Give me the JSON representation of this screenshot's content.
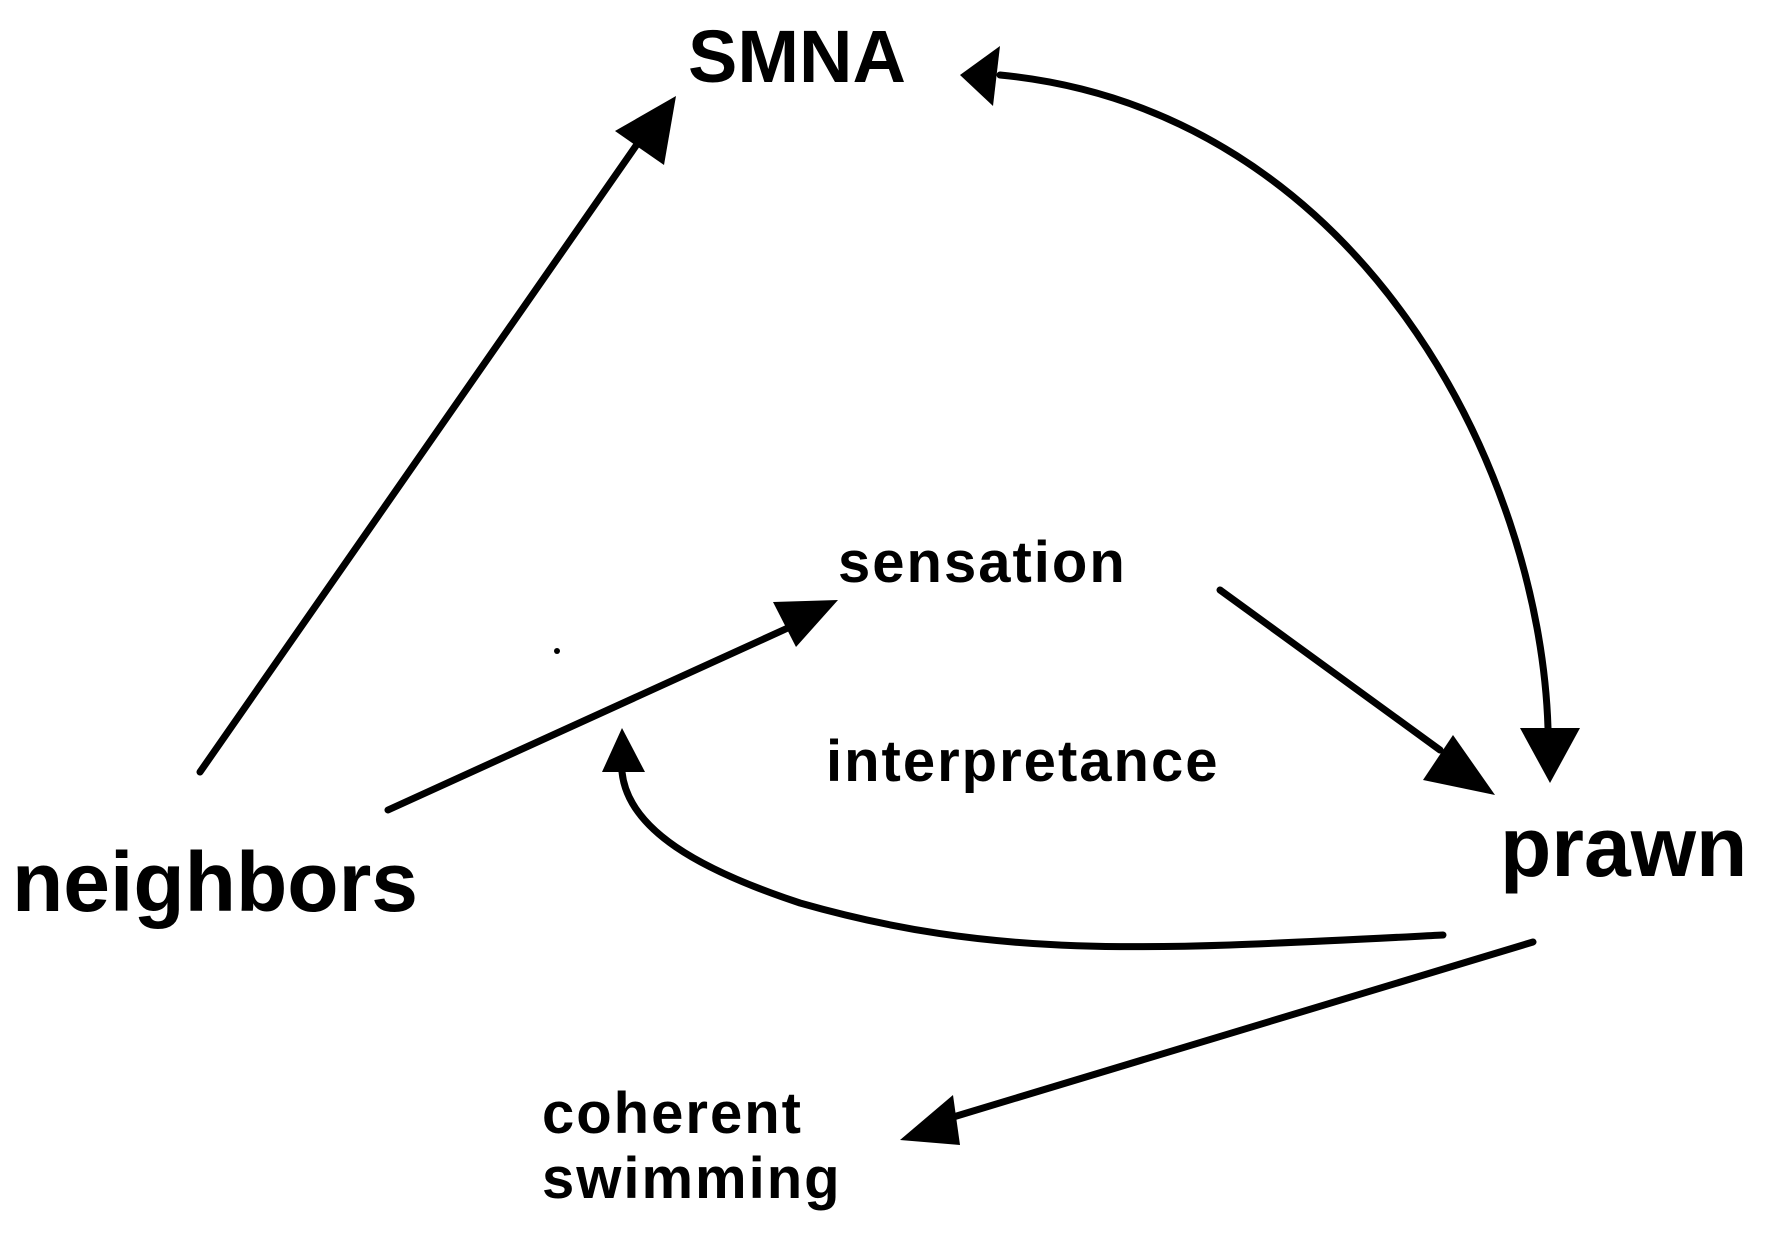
{
  "nodes": {
    "smna": "SMNA",
    "sensation": "sensation",
    "interpretance": "interpretance",
    "neighbors": "neighbors",
    "prawn": "prawn",
    "coherent_swimming_line1": "coherent",
    "coherent_swimming_line2": "swimming"
  },
  "edges": [
    {
      "from": "neighbors",
      "to": "SMNA"
    },
    {
      "from": "neighbors",
      "to": "sensation"
    },
    {
      "from": "sensation",
      "to": "prawn"
    },
    {
      "from": "SMNA",
      "to": "prawn",
      "bidirectional": true
    },
    {
      "from": "prawn",
      "to": "neighbors-sensation link"
    },
    {
      "from": "prawn",
      "to": "coherent swimming"
    }
  ],
  "colors": {
    "ink": "#000000",
    "background": "#ffffff"
  }
}
